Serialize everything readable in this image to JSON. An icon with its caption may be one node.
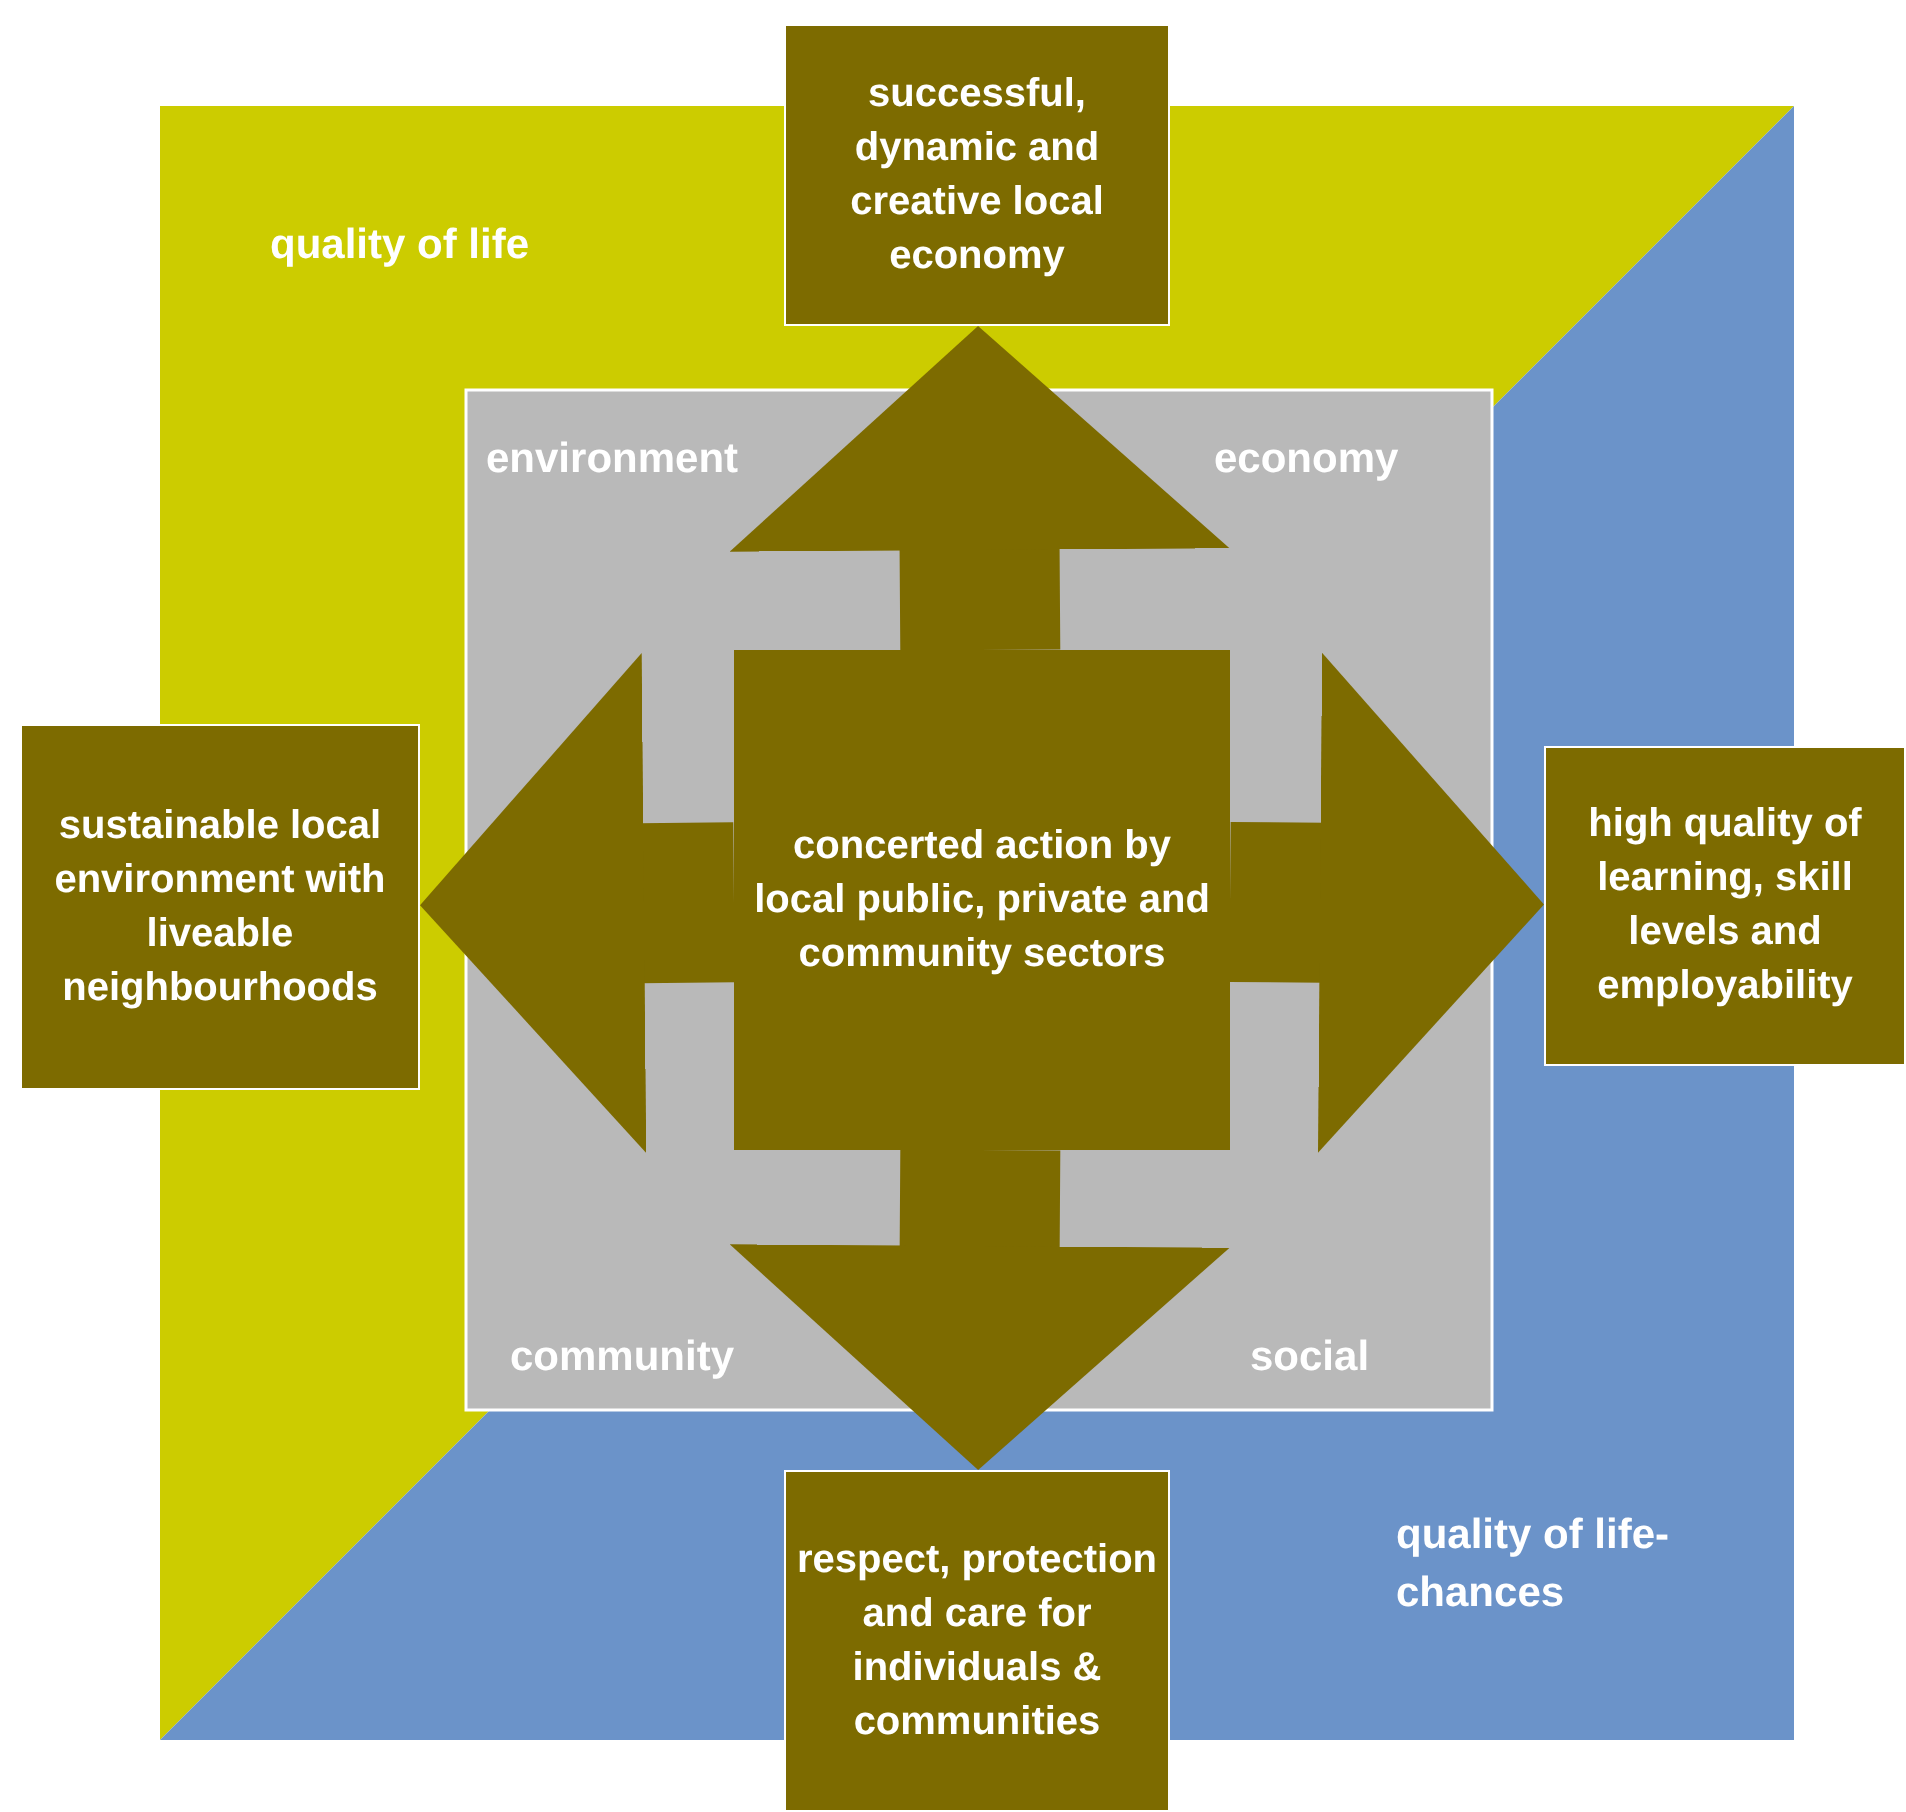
{
  "diagram": {
    "nodes": [
      {
        "text": [
          "successful, dynamic and creative local economy"
        ]
      },
      {
        "text": [
          "sustainable local environment with liveable neighbourhoods"
        ]
      },
      {
        "text": [
          "concerted action by local public, private and community sectors"
        ]
      },
      {
        "text": [
          "high quality of learning, skill levels and employability"
        ]
      },
      {
        "text": [
          "respect, protection and care for individuals & communities"
        ]
      }
    ],
    "edges": [
      {
        "from": 2,
        "to": 0,
        "arrow": "to"
      },
      {
        "from": 2,
        "to": 1,
        "arrow": "to"
      },
      {
        "from": 2,
        "to": 3,
        "arrow": "to"
      },
      {
        "from": 2,
        "to": 4,
        "arrow": "to"
      }
    ],
    "labels": [
      "quality of life",
      "environment",
      "economy",
      "community",
      "social",
      "quality of life-chances"
    ]
  }
}
